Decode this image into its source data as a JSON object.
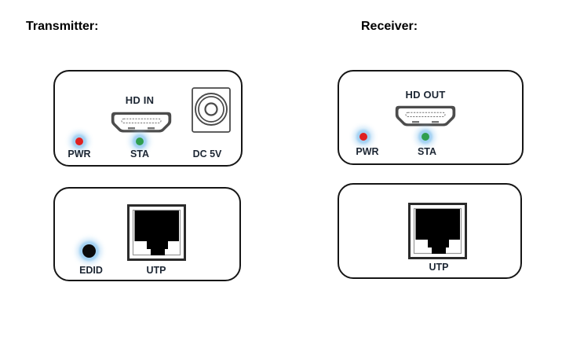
{
  "transmitter": {
    "title": "Transmitter:",
    "front": {
      "hdmi_label": "HD IN",
      "pwr_label": "PWR",
      "sta_label": "STA",
      "dc_label": "DC 5V"
    },
    "rear": {
      "edid_label": "EDID",
      "utp_label": "UTP"
    }
  },
  "receiver": {
    "title": "Receiver:",
    "front": {
      "hdmi_label": "HD OUT",
      "pwr_label": "PWR",
      "sta_label": "STA"
    },
    "rear": {
      "utp_label": "UTP"
    }
  },
  "colors": {
    "pwr_led": "#e02020",
    "sta_led": "#2f9e4f",
    "led_glow": "#9ecff2",
    "label_text": "#1c2633",
    "panel_border": "#161616",
    "port_dark": "#4c4c4c"
  }
}
